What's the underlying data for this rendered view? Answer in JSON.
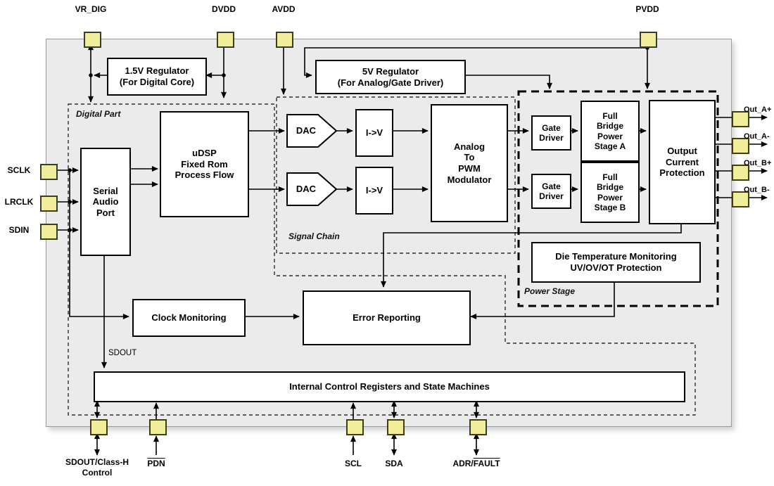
{
  "pins": {
    "top": [
      {
        "label": "VR_DIG"
      },
      {
        "label": "DVDD"
      },
      {
        "label": "AVDD"
      },
      {
        "label": "PVDD"
      }
    ],
    "left": [
      {
        "label": "SCLK"
      },
      {
        "label": "LRCLK"
      },
      {
        "label": "SDIN"
      }
    ],
    "right": [
      {
        "label": "Out_A+"
      },
      {
        "label": "Out_A-"
      },
      {
        "label": "Out_B+"
      },
      {
        "label": "Out_B-"
      }
    ],
    "bottom": [
      {
        "label": "SDOUT/Class-H\nControl"
      },
      {
        "label": "PDN"
      },
      {
        "label": "SCL"
      },
      {
        "label": "SDA"
      },
      {
        "label_prefix": "ADR/",
        "label_overline": "FAULT"
      }
    ]
  },
  "blocks": {
    "regulator_1v5": "1.5V Regulator\n(For Digital Core)",
    "regulator_5v": "5V Regulator\n(For Analog/Gate Driver)",
    "serial_audio_port": "Serial\nAudio\nPort",
    "udsp": "uDSP\nFixed Rom\nProcess Flow",
    "dac_a": "DAC",
    "dac_b": "DAC",
    "i_to_v_a": "I->V",
    "i_to_v_b": "I->V",
    "analog_pwm": "Analog\nTo\nPWM\nModulator",
    "gate_driver_a": "Gate\nDriver",
    "gate_driver_b": "Gate\nDriver",
    "full_bridge_a": "Full\nBridge\nPower\nStage A",
    "full_bridge_b": "Full\nBridge\nPower\nStage B",
    "output_current_protection": "Output\nCurrent\nProtection",
    "die_temp": "Die Temperature Monitoring\nUV/OV/OT Protection",
    "clock_monitoring": "Clock Monitoring",
    "error_reporting": "Error Reporting",
    "control_registers": "Internal Control Registers and State Machines"
  },
  "regions": {
    "digital_part": "Digital Part",
    "signal_chain": "Signal Chain",
    "power_stage": "Power Stage"
  },
  "net_labels": {
    "sdout": "SDOUT"
  },
  "colors": {
    "pin_fill": "#f0ee9b",
    "pin_border": "#3d3d20",
    "chip_fill": "#ebebeb",
    "chip_border": "#9a9a9a",
    "block_fill": "#ffffff",
    "block_border": "#000000",
    "line": "#000000"
  }
}
